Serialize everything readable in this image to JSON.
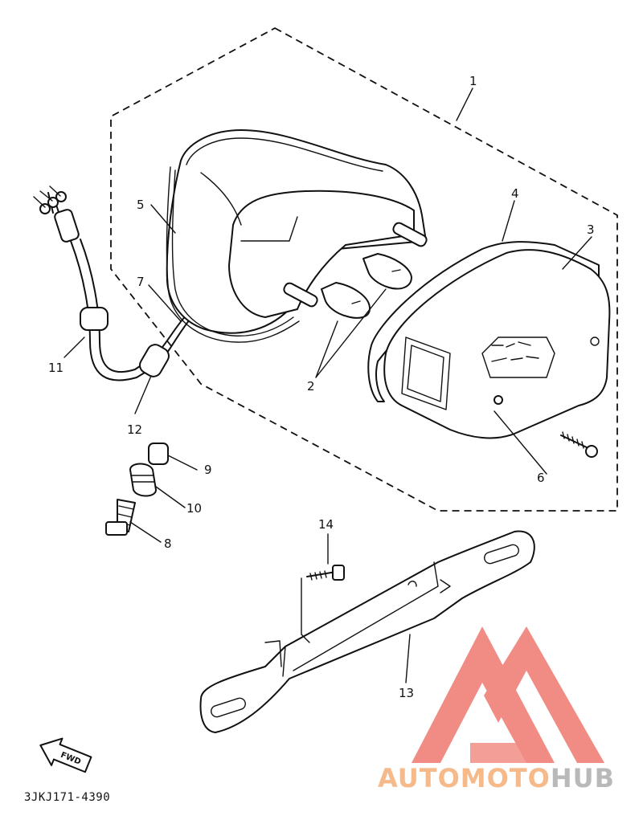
{
  "diagram": {
    "callouts": [
      {
        "id": "1",
        "label": "1"
      },
      {
        "id": "2",
        "label": "2"
      },
      {
        "id": "3",
        "label": "3"
      },
      {
        "id": "4",
        "label": "4"
      },
      {
        "id": "5",
        "label": "5"
      },
      {
        "id": "6",
        "label": "6"
      },
      {
        "id": "7",
        "label": "7"
      },
      {
        "id": "8",
        "label": "8"
      },
      {
        "id": "9",
        "label": "9"
      },
      {
        "id": "10",
        "label": "10"
      },
      {
        "id": "11",
        "label": "11"
      },
      {
        "id": "12",
        "label": "12"
      },
      {
        "id": "13",
        "label": "13"
      },
      {
        "id": "14",
        "label": "14"
      }
    ],
    "direction_label": "FWD",
    "figure_code": "3JKJ171-4390"
  },
  "watermark": {
    "text_part1": "AUTOMOTO",
    "text_part2": "HUB",
    "colors": {
      "primary": "#f08078",
      "secondary": "#f5b98a",
      "tertiary": "#b9b9b9"
    }
  }
}
